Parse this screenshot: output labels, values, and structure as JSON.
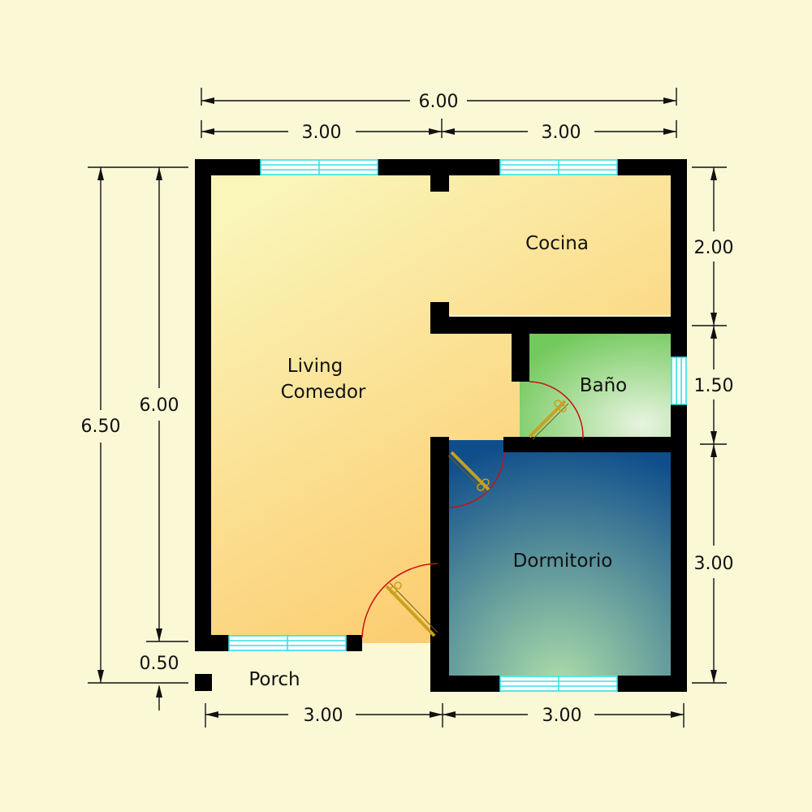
{
  "colors": {
    "background": "#fbf8d6",
    "wall": "#000000",
    "window": "#35e0e8",
    "door_swing": "#cc1010",
    "door_leaf": "#c8a020",
    "living_light": "#faf5b8",
    "living_dark": "#fcc563",
    "bath_light": "#e8f4e0",
    "bath_dark": "#72c95c",
    "bedroom_light": "#a6d7a8",
    "bedroom_dark": "#0f4e8c"
  },
  "rooms": {
    "living_line1": "Living",
    "living_line2": "Comedor",
    "kitchen": "Cocina",
    "bath": "Baño",
    "bedroom": "Dormitorio",
    "porch": "Porch"
  },
  "dimensions": {
    "overall_width": "6.00",
    "top_left_width": "3.00",
    "top_right_width": "3.00",
    "overall_depth": "6.50",
    "main_depth": "6.00",
    "porch_depth": "0.50",
    "kitchen_depth": "2.00",
    "bath_depth": "1.50",
    "bedroom_depth": "3.00",
    "bottom_left_width": "3.00",
    "bottom_right_width": "3.00"
  }
}
